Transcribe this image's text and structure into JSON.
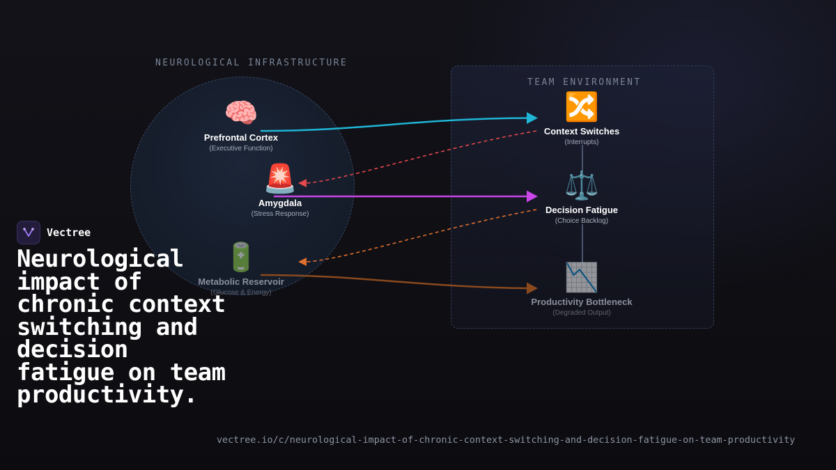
{
  "brand": {
    "name": "Vectree",
    "logo_icon": "vectree-logo-icon",
    "accent": "#8b5cf6"
  },
  "headline": "Neurological impact of chronic context switching and decision fatigue on team productivity.",
  "url": "vectree.io/c/neurological-impact-of-chronic-context-switching-and-decision-fatigue-on-team-productivity",
  "diagram": {
    "left_group": {
      "label": "NEUROLOGICAL INFRASTRUCTURE",
      "nodes": [
        {
          "id": "prefrontal",
          "icon": "brain-icon",
          "emoji": "🧠",
          "title": "Prefrontal Cortex",
          "subtitle": "(Executive Function)"
        },
        {
          "id": "amygdala",
          "icon": "siren-icon",
          "emoji": "🚨",
          "title": "Amygdala",
          "subtitle": "(Stress Response)"
        },
        {
          "id": "metabolic",
          "icon": "battery-icon",
          "emoji": "🔋",
          "title": "Metabolic Reservoir",
          "subtitle": "(Glucose & Energy)"
        }
      ]
    },
    "right_group": {
      "label": "TEAM ENVIRONMENT",
      "nodes": [
        {
          "id": "context",
          "icon": "shuffle-icon",
          "emoji": "🔀",
          "title": "Context Switches",
          "subtitle": "(Interrupts)"
        },
        {
          "id": "fatigue",
          "icon": "scales-icon",
          "emoji": "⚖️",
          "title": "Decision Fatigue",
          "subtitle": "(Choice Backlog)"
        },
        {
          "id": "bottleneck",
          "icon": "chart-decreasing-icon",
          "emoji": "📉",
          "title": "Productivity Bottleneck",
          "subtitle": "(Degraded Output)"
        }
      ]
    },
    "edges": [
      {
        "from": "prefrontal",
        "to": "context",
        "style": "solid",
        "color": "#1fb5d6"
      },
      {
        "from": "context",
        "to": "amygdala",
        "style": "dashed",
        "color": "#e5484d"
      },
      {
        "from": "amygdala",
        "to": "fatigue",
        "style": "solid",
        "color": "#c946e8"
      },
      {
        "from": "fatigue",
        "to": "metabolic",
        "style": "dashed",
        "color": "#e0702e"
      },
      {
        "from": "metabolic",
        "to": "bottleneck",
        "style": "solid",
        "color": "#8a4a1e"
      }
    ]
  }
}
